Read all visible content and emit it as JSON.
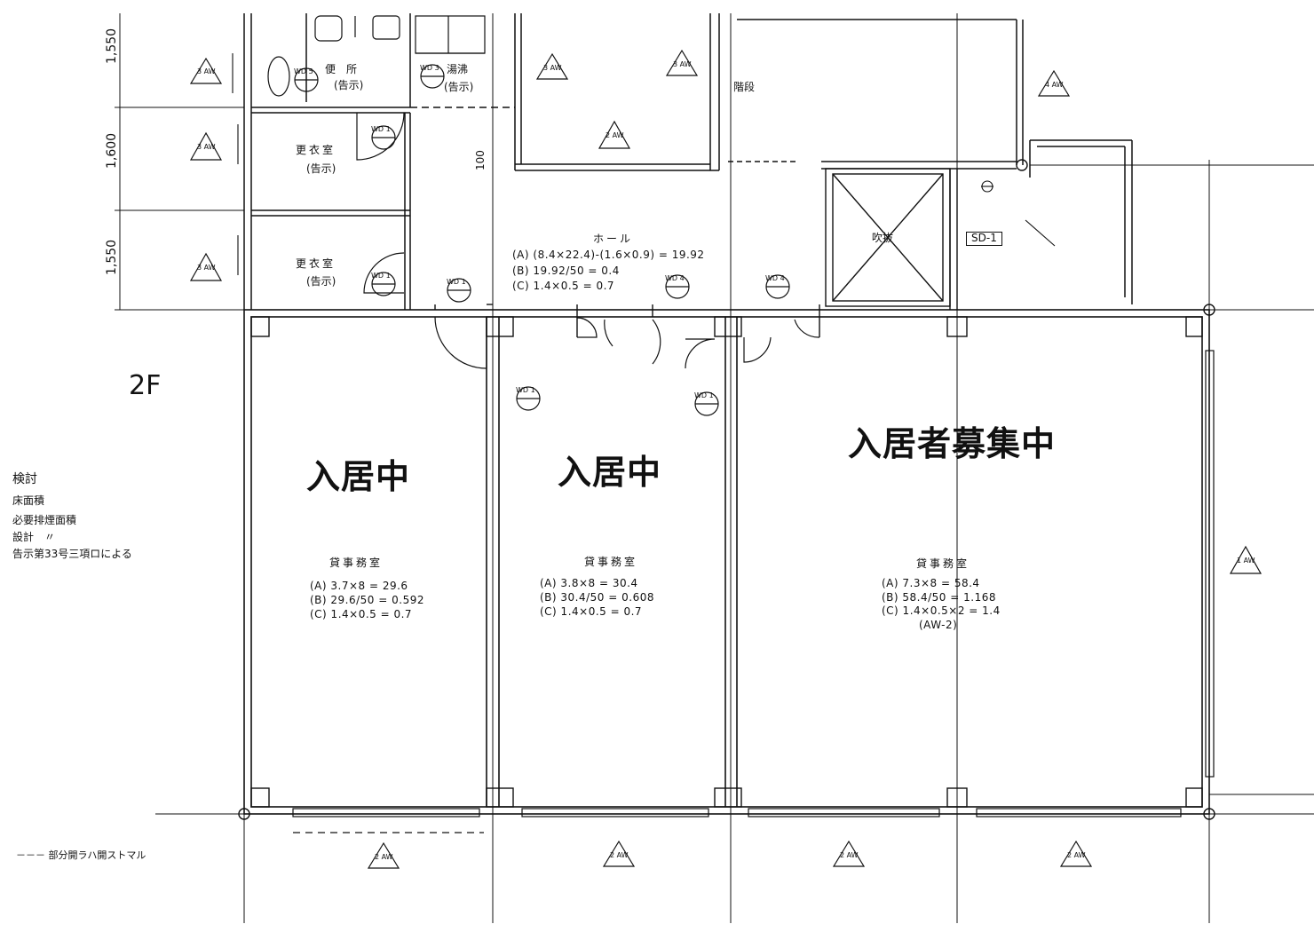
{
  "rooms": {
    "toilet": "便　所",
    "toilet_note": "(告示)",
    "washroom": "湯沸",
    "washroom_note": "(告示)",
    "locker1": "更衣室",
    "locker1_note": "(告示)",
    "locker2": "更衣室",
    "locker2_note": "(告示)",
    "stairs": "階段",
    "hall": "ホール",
    "void": "吹抜",
    "office1": "貸事務室",
    "office2": "貸事務室",
    "office3": "貸事務室"
  },
  "hall_calc": {
    "a": "(A) (8.4×22.4)-(1.6×0.9) = 19.92",
    "b": "(B) 19.92/50 = 0.4",
    "c": "(C) 1.4×0.5 = 0.7"
  },
  "office1_calc": {
    "a": "(A) 3.7×8 = 29.6",
    "b": "(B) 29.6/50 = 0.592",
    "c": "(C) 1.4×0.5 = 0.7"
  },
  "office2_calc": {
    "a": "(A) 3.8×8 = 30.4",
    "b": "(B) 30.4/50 = 0.608",
    "c": "(C) 1.4×0.5 = 0.7"
  },
  "office3_calc": {
    "a": "(A) 7.3×8 = 58.4",
    "b": "(B) 58.4/50 = 1.168",
    "c": "(C) 1.4×0.5×2 = 1.4",
    "d": "(AW-2)"
  },
  "status": {
    "office1": "入居中",
    "office2": "入居中",
    "office3": "入居者募集中"
  },
  "tags": {
    "wd5": "WD 5",
    "wd3": "WD 3",
    "wd1": "WD 1",
    "wd4": "WD 4",
    "aw1": "1 AW",
    "aw2": "2 AW",
    "aw3": "3 AW",
    "aw4": "4 AW",
    "sd1": "SD-1"
  },
  "dimensions": {
    "d1": "1,550",
    "d2": "1,600",
    "d3": "1,550",
    "d4": "100"
  },
  "review_notes": {
    "title": "検討",
    "line1": "床面積",
    "line2": "必要排煙面積",
    "line3": "設計　〃",
    "line4": "告示第33号三項ロによる"
  },
  "legend_note": "－－－ 部分開ラハ開ストマル",
  "handwritten_mark": "2F"
}
